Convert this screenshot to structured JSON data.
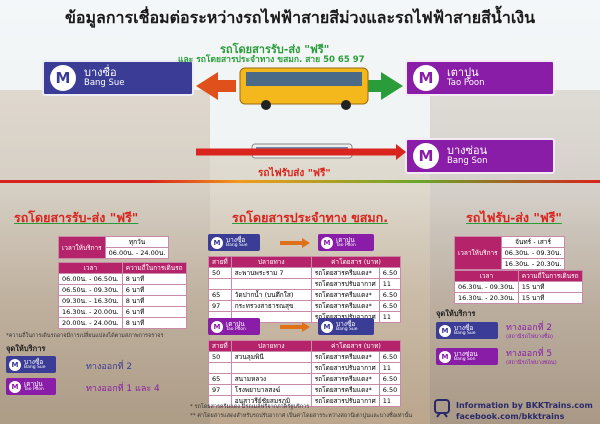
{
  "title": "ข้อมูลการเชื่อมต่อระหว่างรถไฟฟ้าสายสีม่วงและรถไฟฟ้าสายสีน้ำเงิน",
  "stations": {
    "bang_sue": {
      "th": "บางซื่อ",
      "en": "Bang Sue",
      "letter": "M"
    },
    "tao_poon": {
      "th": "เตาปูน",
      "en": "Tao Poon",
      "letter": "M"
    },
    "bang_son": {
      "th": "บางซ่อน",
      "en": "Bang Son",
      "letter": "M"
    }
  },
  "top_labels": {
    "shuttle_bus": "รถโดยสารรับ-ส่ง \"ฟรี\"",
    "public_bus": "และ รถโดยสารประจำทาง ขสมก. สาย 50 65 97",
    "free_train": "รถไฟรับส่ง \"ฟรี\""
  },
  "sections": {
    "shuttle": "รถโดยสารรับ-ส่ง \"ฟรี\"",
    "bmta": "รถโดยสารประจำทาง ขสมก.",
    "train": "รถไฟรับ-ส่ง \"ฟรี\""
  },
  "shuttle_service": {
    "time_label": "เวลาให้บริการ",
    "days": "ทุกวัน",
    "hours": "06.00น. - 24.00น.",
    "freq_headers": [
      "เวลา",
      "ความถี่ในการเดินรถ"
    ],
    "freq_rows": [
      [
        "06.00น. - 06.50น.",
        "8 นาที"
      ],
      [
        "06.50น. - 09.30น.",
        "6 นาที"
      ],
      [
        "09.30น. - 16.30น.",
        "8 นาที"
      ],
      [
        "16.30น. - 20.00น.",
        "6 นาที"
      ],
      [
        "20.00น. - 24.00น.",
        "8 นาที"
      ]
    ],
    "note": "*ความถี่ในการเดินรถอาจมีการเปลี่ยนแปลงได้ตามสภาพการจราจร",
    "points_title": "จุดให้บริการ",
    "points": [
      {
        "station": "bang_sue",
        "exit": "ทางออกที่ 2"
      },
      {
        "station": "tao_poon",
        "exit": "ทางออกที่ 1 และ 4"
      }
    ]
  },
  "bmta": {
    "headers": [
      "สายที่",
      "ปลายทาง",
      "ค่าโดยสาร (บาท)"
    ],
    "route1_rows": [
      [
        "50",
        "สะพานพระราม 7",
        "รถโดยสารครีมแดง*",
        "6.50"
      ],
      [
        "",
        "",
        "รถโดยสารปรับอากาศ",
        "11"
      ],
      [
        "65",
        "วัดปากน้ำ (บนตึกใส)",
        "รถโดยสารครีมแดง*",
        "6.50"
      ],
      [
        "97",
        "กระทรวงสาธารณสุข",
        "รถโดยสารครีมแดง*",
        "6.50"
      ],
      [
        "",
        "",
        "รถโดยสารปรับอากาศ",
        "11"
      ]
    ],
    "route2_rows": [
      [
        "50",
        "สวนลุมพินี",
        "รถโดยสารครีมแดง*",
        "6.50"
      ],
      [
        "",
        "",
        "รถโดยสารปรับอากาศ",
        "11"
      ],
      [
        "65",
        "สนามหลวง",
        "รถโดยสารครีมแดง*",
        "6.50"
      ],
      [
        "97",
        "โรงพยาบาลสงฆ์",
        "รถโดยสารครีมแดง*",
        "6.50"
      ],
      [
        "",
        "อนุสาวรีย์ชัยสมรภูมิ",
        "รถโดยสารปรับอากาศ",
        "11"
      ]
    ],
    "footnote1": "* รถโดยสารครีมแดง มีรถเมล์ฟรีจากภาครัฐบริการ",
    "footnote2": "** ค่าโดยสารแสดงสำหรับรถปรับอากาศ เป็นค่าโดยสารระหว่างสถานีเตาปูนและบางซื่อเท่านั้น"
  },
  "train": {
    "time_label": "เวลาให้บริการ",
    "days": "จันทร์ - เสาร์",
    "hours1": "06.30น. - 09.30น.",
    "hours2": "16.30น. - 20.30น.",
    "freq_headers": [
      "เวลา",
      "ความถี่ในการเดินรถ"
    ],
    "freq_rows": [
      [
        "06.30น. - 09.30น.",
        "15 นาที"
      ],
      [
        "16.30น. - 20.30น.",
        "15 นาที"
      ]
    ],
    "points_title": "จุดให้บริการ",
    "points": [
      {
        "station": "bang_sue",
        "exit": "ทางออกที่ 2",
        "sub": "(สถานีรถไฟบางซื่อ)"
      },
      {
        "station": "bang_son",
        "exit": "ทางออกที่ 5",
        "sub": "(สถานีรถไฟบางซ่อน)"
      }
    ]
  },
  "footer": {
    "line1": "Information by BKKTrains.com",
    "line2": "facebook.com/bkktrains"
  },
  "colors": {
    "blue_line": "#3a3c96",
    "purple_line": "#8a1da8",
    "accent_red": "#d8241c",
    "accent_green": "#2a9d3a"
  }
}
